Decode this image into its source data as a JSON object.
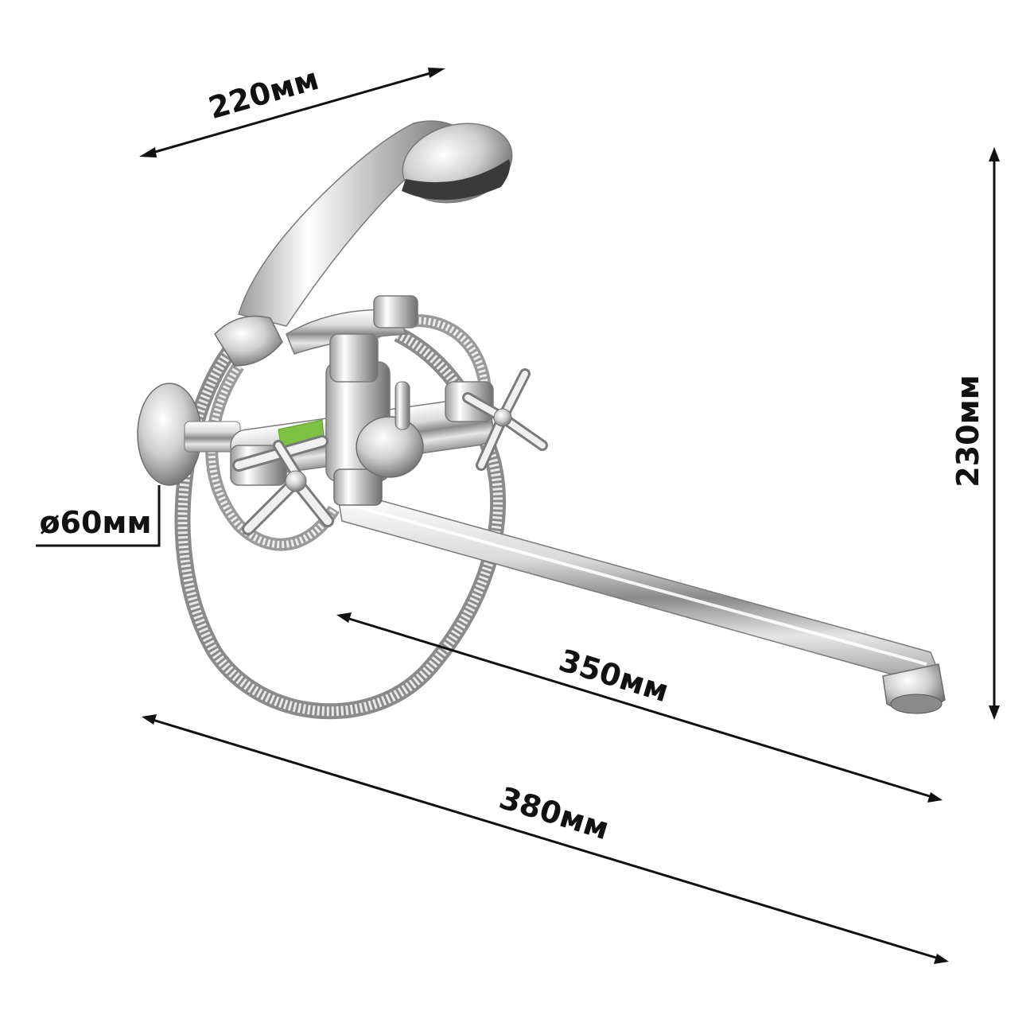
{
  "dimensions": {
    "shower_head_length": "220мм",
    "height": "230мм",
    "mount_diameter": "ø60мм",
    "spout_length": "350мм",
    "total_length": "380мм"
  },
  "colors": {
    "line": "#111111",
    "chrome_light": "#f4f4f4",
    "chrome_mid": "#c8c8c8",
    "chrome_dark": "#6e6e6e",
    "label_green": "#7dc242"
  }
}
